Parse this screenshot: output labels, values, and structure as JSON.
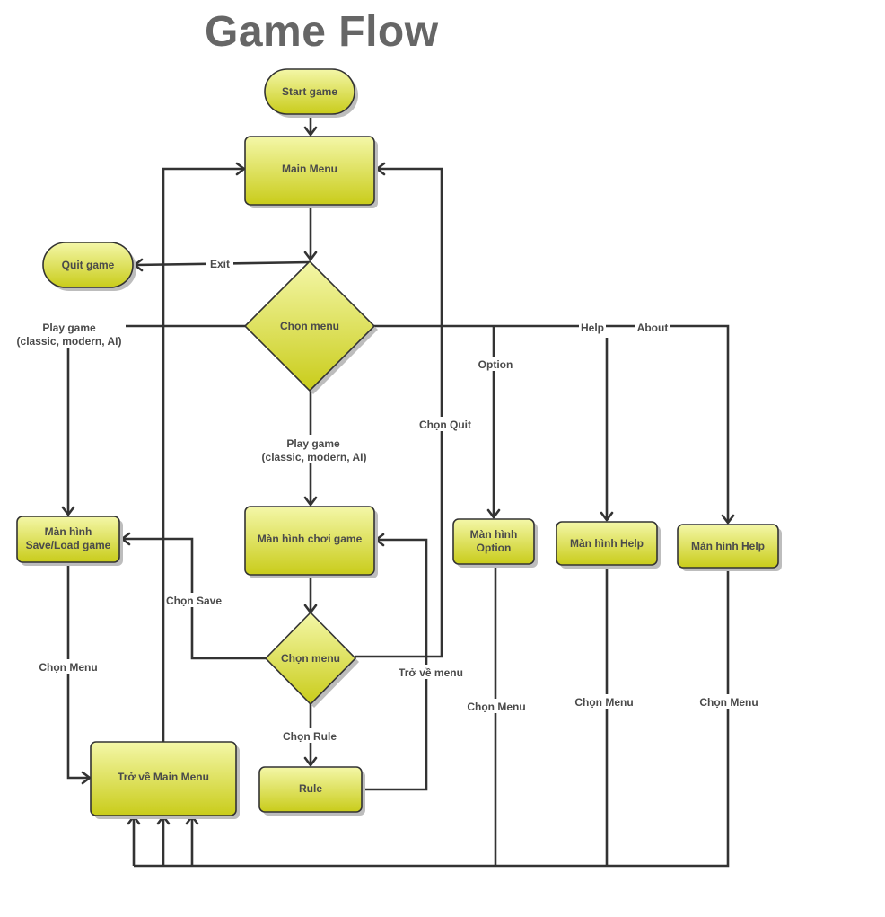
{
  "title": "Game Flow",
  "colors": {
    "node_top": "#f4f7a8",
    "node_bottom": "#c9cc1a",
    "stroke": "#333333",
    "title": "#666666"
  },
  "nodes": {
    "start": "Start game",
    "main_menu": "Main Menu",
    "quit": "Quit game",
    "choose_menu_1": "Chọn menu",
    "save_load": [
      "Màn hình",
      "Save/Load game"
    ],
    "play_screen": "Màn hình chơi game",
    "option": [
      "Màn hình",
      "Option"
    ],
    "help": "Màn hình Help",
    "about": "Màn hình Help",
    "choose_menu_2": "Chọn menu",
    "back_main": "Trở về Main Menu",
    "rule": "Rule"
  },
  "edges": {
    "exit": "Exit",
    "play_left": [
      "Play game",
      "(classic, modern, AI)"
    ],
    "play_center": [
      "Play game",
      "(classic, modern, AI)"
    ],
    "option": "Option",
    "help": "Help",
    "about": "About",
    "quit": "Chọn Quit",
    "save": "Chọn Save",
    "back_menu": "Trở về menu",
    "rule": "Chọn Rule",
    "menu_saveload": "Chọn Menu",
    "menu_option": "Chọn Menu",
    "menu_help": "Chọn Menu",
    "menu_about": "Chọn Menu"
  }
}
